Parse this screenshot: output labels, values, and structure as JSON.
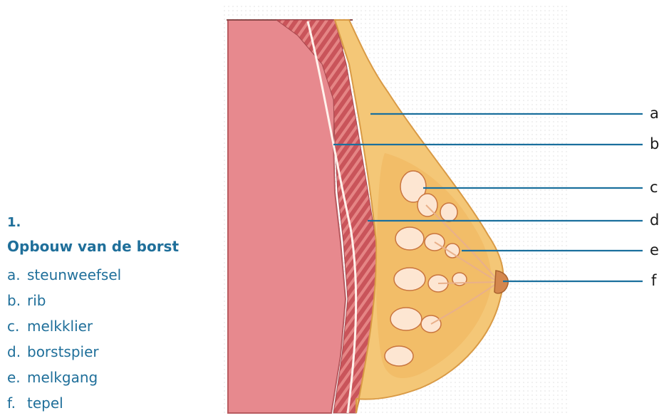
{
  "legend": {
    "number": "1.",
    "title": "Opbouw van de borst",
    "items": [
      {
        "key": "a.",
        "text": "steunweefsel"
      },
      {
        "key": "b.",
        "text": "rib"
      },
      {
        "key": "c.",
        "text": "melkklier"
      },
      {
        "key": "d.",
        "text": "borstspier"
      },
      {
        "key": "e.",
        "text": "melkgang"
      },
      {
        "key": "f.",
        "text": "tepel"
      }
    ]
  },
  "labels": [
    "a",
    "b",
    "c",
    "d",
    "e",
    "f"
  ],
  "colors": {
    "legend_text": "#1f6f9a",
    "leader_line": "#1a6f9d",
    "chest": "#e58a8f",
    "muscle": "#d35f5f",
    "fat": "#f3c46f",
    "gland": "#fde9d9"
  }
}
